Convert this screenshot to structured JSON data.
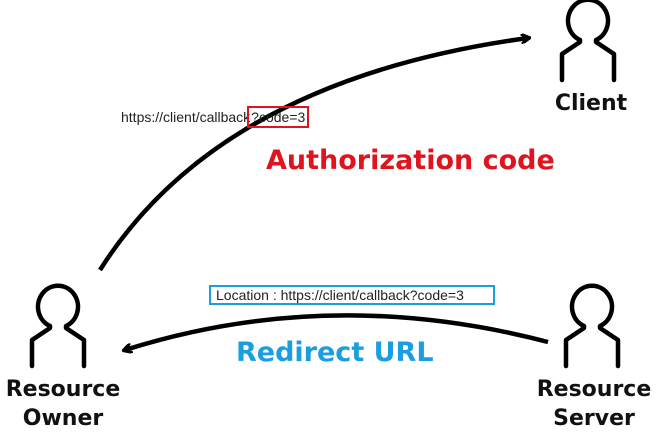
{
  "actors": {
    "client": "Client",
    "resource_owner": [
      "Resource",
      "Owner"
    ],
    "resource_server": [
      "Resource",
      "Server"
    ]
  },
  "auth_step": {
    "url_prefix": "https://client/callback",
    "url_highlight": "?code=3",
    "caption": "Authorization code",
    "caption_color": "#e0141e",
    "highlight_color": "#e0141e"
  },
  "redirect_step": {
    "url": "Location : https://client/callback?code=3",
    "caption": "Redirect URL",
    "caption_color": "#1a9ee0",
    "box_color": "#1a9ee0"
  },
  "icons": {
    "client": "person-icon",
    "resource_owner": "person-icon",
    "resource_server": "person-icon"
  }
}
